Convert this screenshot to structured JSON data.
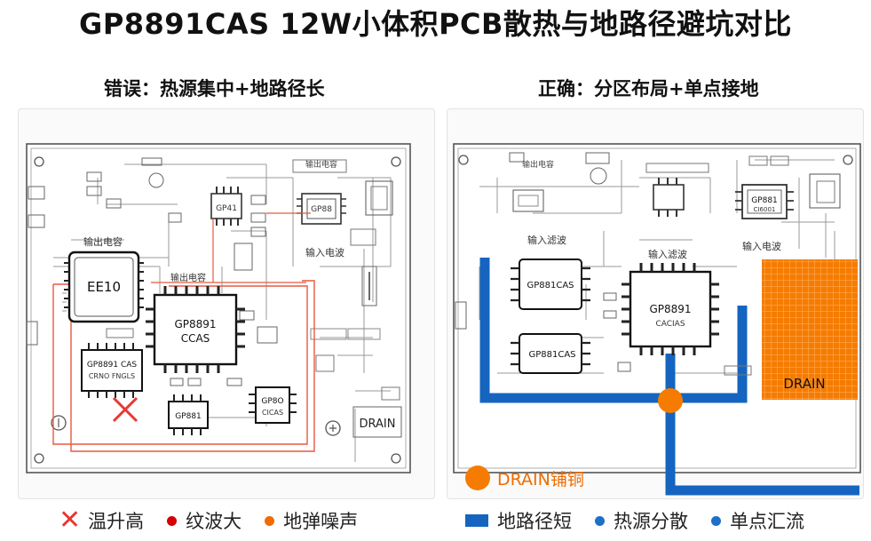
{
  "title": "GP8891CAS 12W小体积PCB散热与地路径避坑对比",
  "colors": {
    "wrong_red": "#e53935",
    "ripple_red": "#d50000",
    "noise_orange": "#ef6c00",
    "ground_blue": "#1565c0",
    "dot_blue": "#1e6fc8",
    "drain_orange": "#f57c00",
    "trace_red": "#e8593f"
  },
  "left": {
    "subtitle": "错误：热源集中+地路径长",
    "labels": {
      "transformer": "EE10",
      "output_label": "输出电容",
      "ic_main_1": "GP8891",
      "ic_main_2": "CCAS",
      "ic_small_1": "GP8891 CAS",
      "ic_small_2": "CRNO FNGLS",
      "ic_tiny": "GP881",
      "ic_right_1": "GP8O",
      "ic_right_2": "CICAS",
      "input_label": "输入电波",
      "top_label": "输出电容",
      "center_label": "输出电容",
      "drain": "DRAIN",
      "chip_top": "GP41",
      "chip_right": "GP88"
    },
    "legend": {
      "temp": "温升高",
      "ripple": "纹波大",
      "noise": "地弹噪声"
    }
  },
  "right": {
    "subtitle": "正确：分区布局+单点接地",
    "labels": {
      "top_label": "输出电容",
      "input_filter_1": "输入滤波",
      "input_filter_2": "输入滤波",
      "input_label": "输入电波",
      "ic_left_1": "GP881CAS",
      "ic_left_2": "GP881CAS",
      "ic_main_1": "GP8891",
      "ic_main_2": "CACIAS",
      "ic_top_right_1": "GP881",
      "ic_top_right_2": "CI6001",
      "drain": "DRAIN",
      "drain_copper": "DRAIN铺铜"
    },
    "legend": {
      "ground": "地路径短",
      "heat": "热源分散",
      "single": "单点汇流"
    }
  }
}
